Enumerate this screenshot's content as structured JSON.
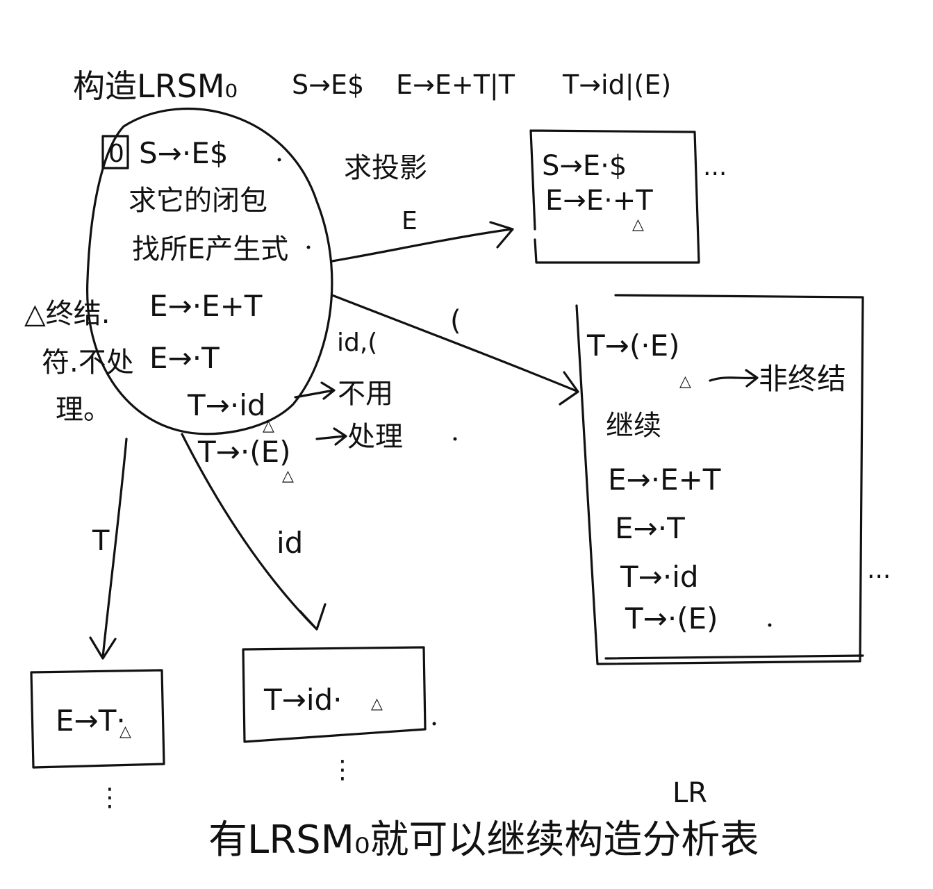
{
  "header": {
    "title": "构造LRSM₀",
    "grammar": [
      "S→E$",
      "E→E+T|T",
      "T→id|(E)"
    ]
  },
  "state0": {
    "number": "0",
    "start_item": "S→·E$",
    "step1": "求它的闭包",
    "step2": "找所E产生式",
    "items": [
      "E→·E+T",
      "E→·T",
      "T→·id",
      "T→·(E)"
    ]
  },
  "left_note": [
    "△终结.",
    "符.不处",
    "理。"
  ],
  "id_note": {
    "symbols": "id,(",
    "no_process": "不用",
    "process": "处理"
  },
  "projection": {
    "label": "求投影",
    "symbol": "E"
  },
  "state_E": {
    "items": [
      "S→E·$",
      "E→E·+T"
    ]
  },
  "paren_transition": {
    "symbol": "("
  },
  "state_paren": {
    "kernel": "T→(·E)",
    "nonterminal_note": "非终结",
    "continue_note": "继续",
    "items": [
      "E→·E+T",
      "E→·T",
      "T→·id",
      "T→·(E)"
    ]
  },
  "transition_T": {
    "symbol": "T"
  },
  "transition_id": {
    "symbol": "id"
  },
  "state_T": {
    "items": [
      "E→T·"
    ]
  },
  "state_id": {
    "items": [
      "T→id·"
    ]
  },
  "marks": {
    "triangle": "△",
    "ellipsis": "···",
    "vdots": "⋮"
  },
  "footer": {
    "text": "有LRSM₀就可以继续构造分析表",
    "insertion": "LR"
  }
}
